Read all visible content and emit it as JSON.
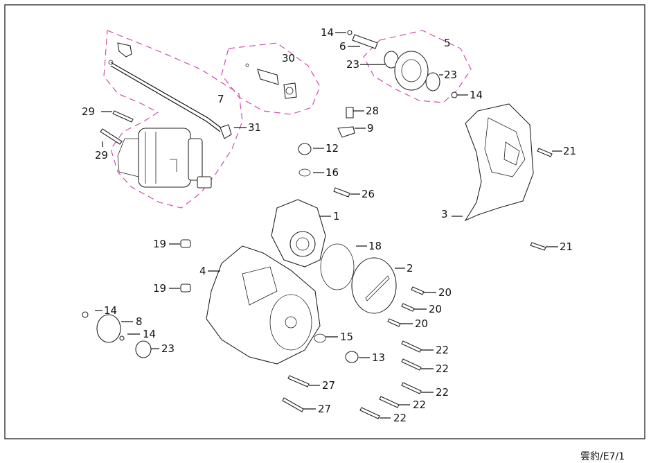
{
  "diagram": {
    "ref_code": "雲豹/E7/1",
    "callouts": {
      "c1": "1",
      "c2": "2",
      "c3": "3",
      "c4": "4",
      "c5": "5",
      "c6": "6",
      "c7": "7",
      "c8": "8",
      "c9": "9",
      "c12": "12",
      "c13": "13",
      "c14a": "14",
      "c14b": "14",
      "c14c": "14",
      "c14d": "14",
      "c15": "15",
      "c16": "16",
      "c18": "18",
      "c19a": "19",
      "c19b": "19",
      "c20a": "20",
      "c20b": "20",
      "c20c": "20",
      "c21a": "21",
      "c21b": "21",
      "c22a": "22",
      "c22b": "22",
      "c22c": "22",
      "c22d": "22",
      "c22e": "22",
      "c23a": "23",
      "c23b": "23",
      "c23c": "23",
      "c26": "26",
      "c27a": "27",
      "c27b": "27",
      "c28": "28",
      "c29a": "29",
      "c29b": "29",
      "c30": "30",
      "c31": "31"
    }
  }
}
